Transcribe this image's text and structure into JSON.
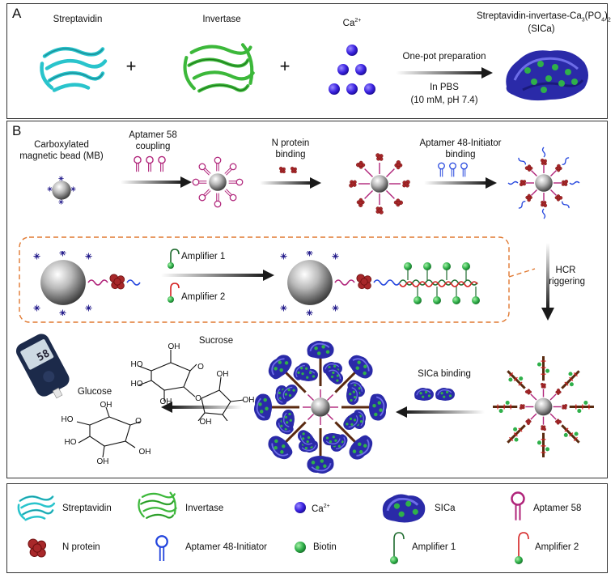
{
  "panel_a": {
    "letter": "A",
    "streptavidin": "Streptavidin",
    "invertase": "Invertase",
    "calcium": "Ca",
    "calcium_sup": "2+",
    "plus": "+",
    "step_top": "One-pot preparation",
    "step_buffer": "In PBS",
    "step_conditions": "(10 mM, pH 7.4)",
    "product_line1": "Streptavidin-invertase-Ca",
    "product_sub1": "3",
    "product_mid": "(PO",
    "product_sub2": "4",
    "product_end": ")",
    "product_sub3": "2",
    "product_line2": "(SICa)"
  },
  "panel_b": {
    "letter": "B",
    "mb_line1": "Carboxylated",
    "mb_line2": "magnetic bead (MB)",
    "apt58_line1": "Aptamer 58",
    "apt58_line2": "coupling",
    "np_line1": "N protein",
    "np_line2": "binding",
    "apt48_line1": "Aptamer 48-Initiator",
    "apt48_line2": "binding",
    "amp1": "Amplifier 1",
    "amp2": "Amplifier 2",
    "hcr_line1": "HCR",
    "hcr_line2": "triggering",
    "sica_binding": "SICa binding",
    "sucrose": "Sucrose",
    "glucose": "Glucose",
    "meter_value": "58",
    "oh": "OH",
    "ho": "HO",
    "o": "O"
  },
  "legend": {
    "streptavidin": "Streptavidin",
    "invertase": "Invertase",
    "calcium": "Ca",
    "calcium_sup": "2+",
    "sica": "SICa",
    "aptamer58": "Aptamer 58",
    "nprotein": "N protein",
    "aptamer48": "Aptamer 48-Initiator",
    "biotin": "Biotin",
    "amplifier1": "Amplifier 1",
    "amplifier2": "Amplifier 2"
  },
  "colors": {
    "streptavidin": "#29c4cc",
    "invertase": "#3cb83a",
    "calcium": "#3a22e0",
    "sica": "#2a2aa8",
    "aptamer58": "#b0247a",
    "nprotein": "#a8282a",
    "aptamer48": "#2244dd",
    "biotin": "#2fb04a",
    "amplifier1": "#1e6b2e",
    "amplifier2": "#d42020",
    "dashed_box": "#e07830"
  }
}
